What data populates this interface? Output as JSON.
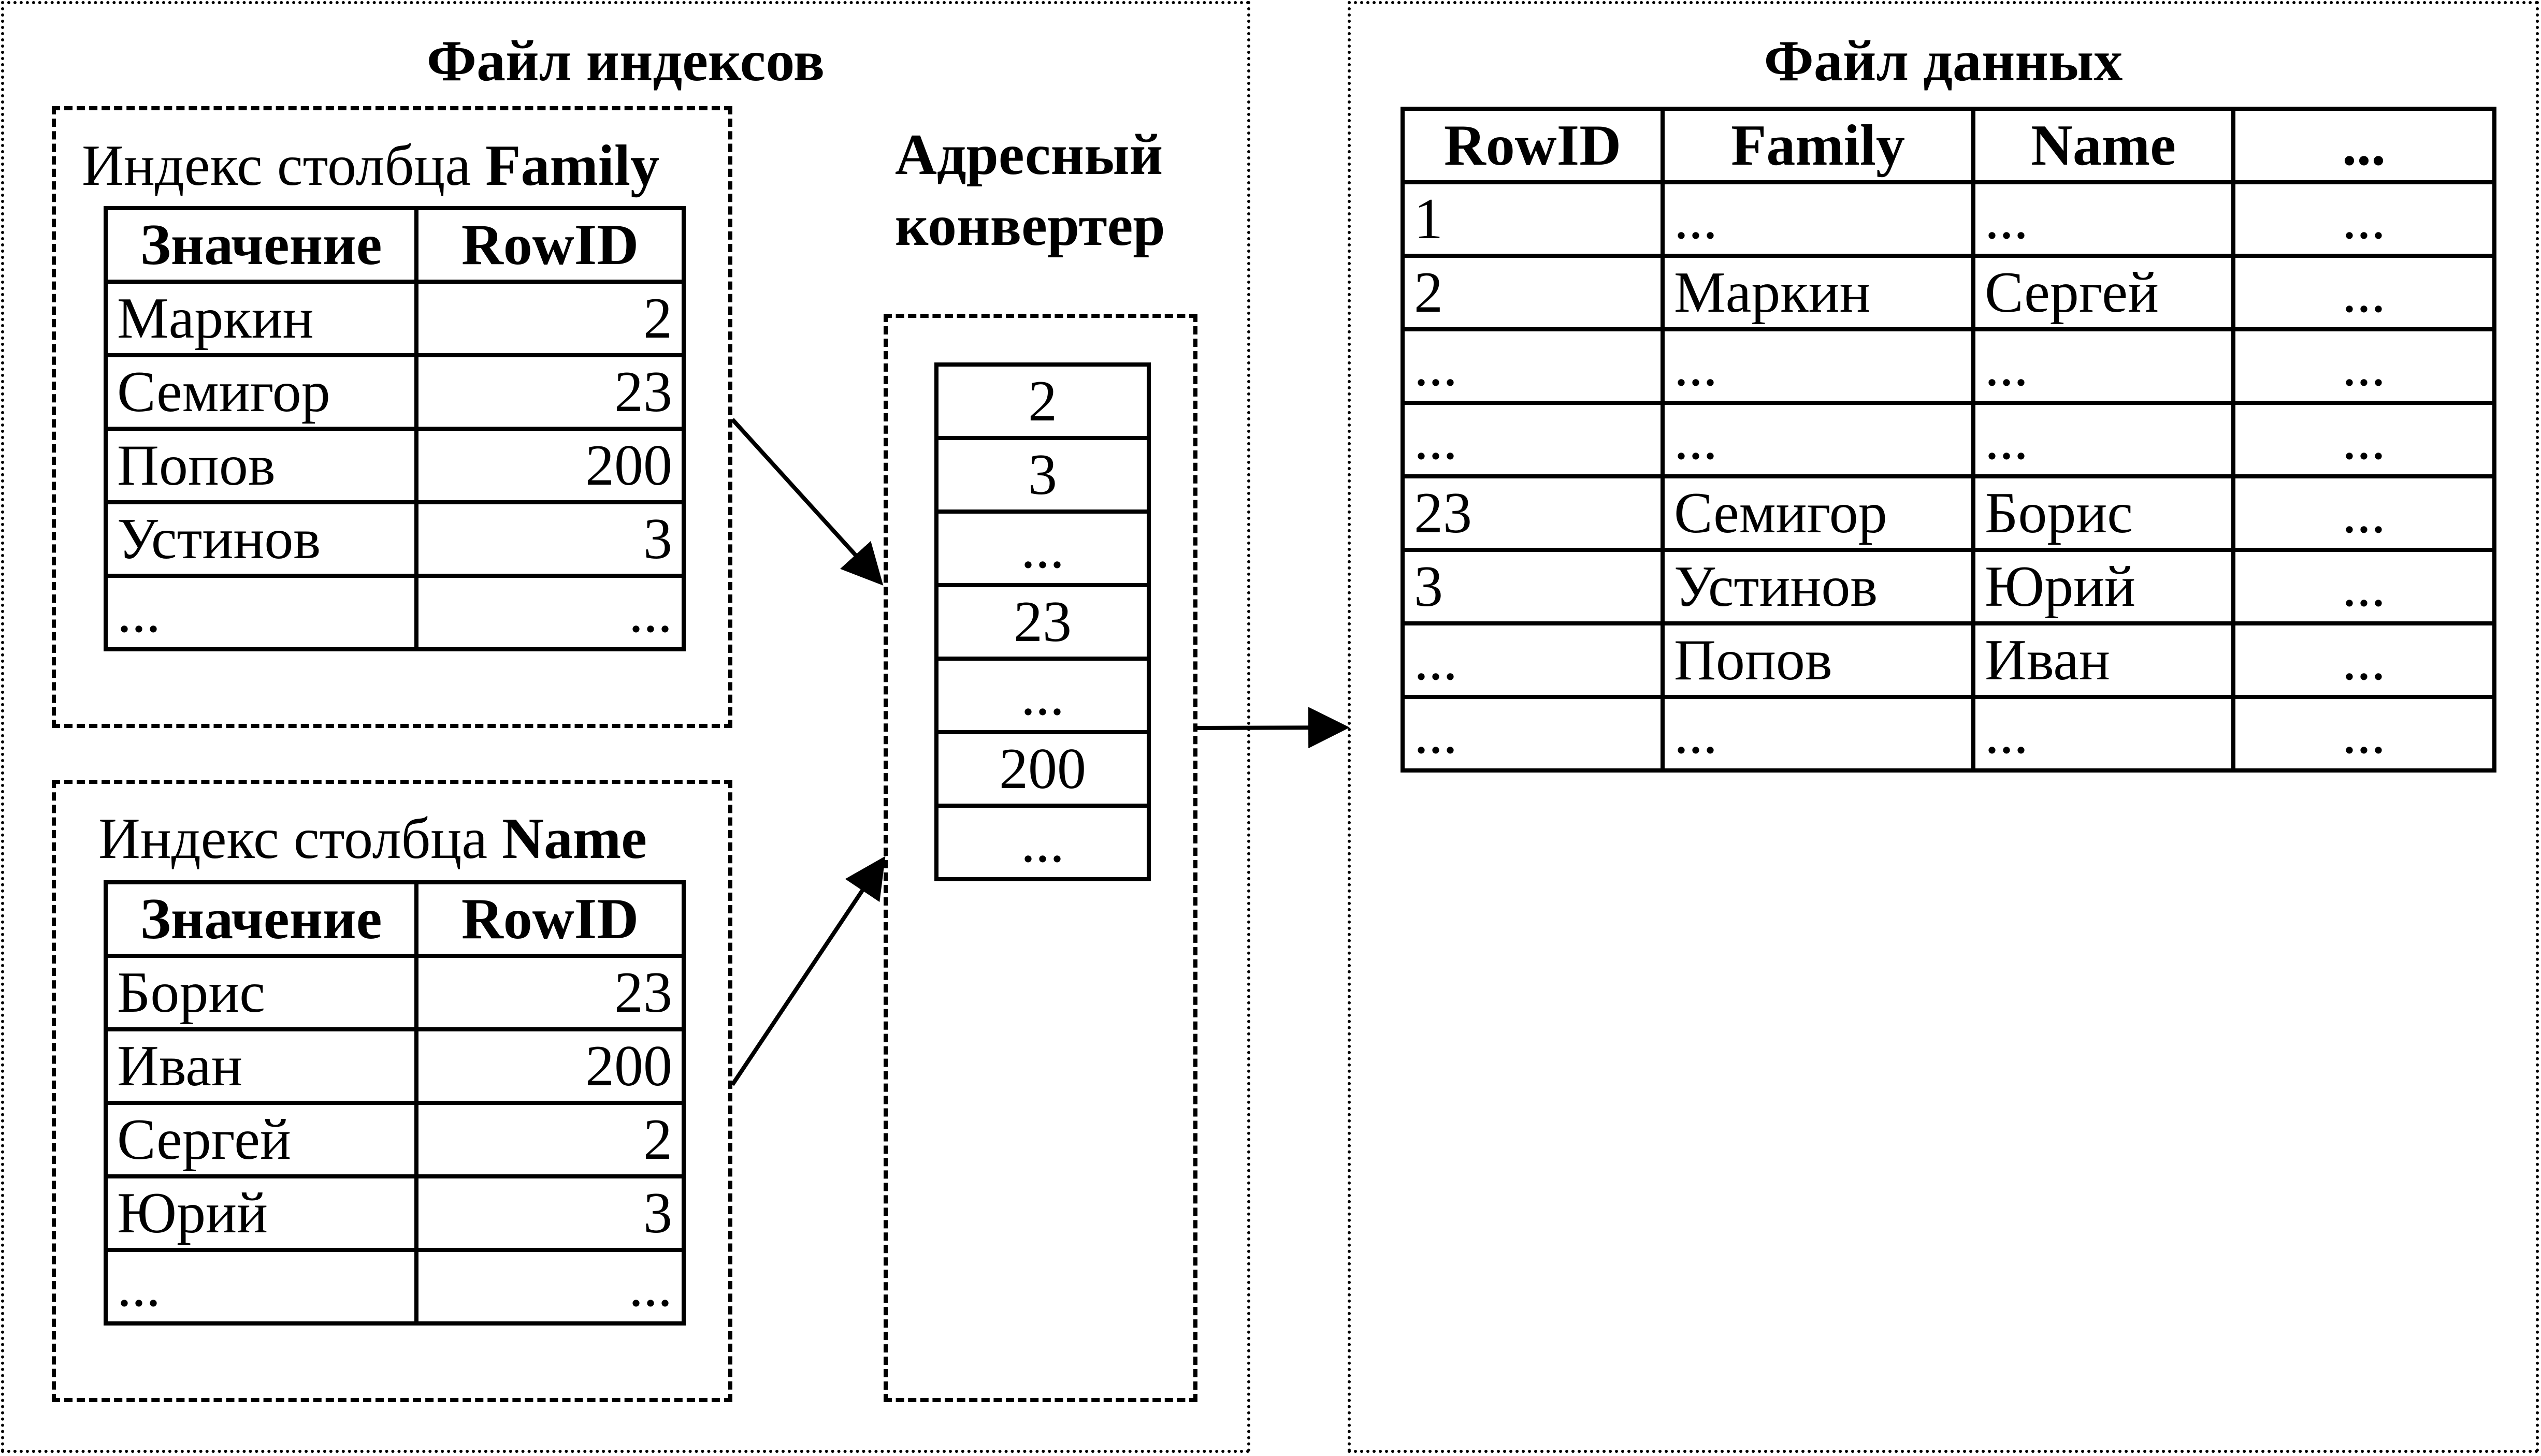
{
  "index_file": {
    "title": "Файл индексов",
    "family_index": {
      "caption_prefix": "Индекс столбца ",
      "caption_column": "Family",
      "headers": [
        "Значение",
        "RowID"
      ],
      "rows": [
        [
          "Маркин",
          "2"
        ],
        [
          "Семигор",
          "23"
        ],
        [
          "Попов",
          "200"
        ],
        [
          "Устинов",
          "3"
        ],
        [
          "...",
          "..."
        ]
      ]
    },
    "name_index": {
      "caption_prefix": "Индекс столбца ",
      "caption_column": "Name",
      "headers": [
        "Значение",
        "RowID"
      ],
      "rows": [
        [
          "Борис",
          "23"
        ],
        [
          "Иван",
          "200"
        ],
        [
          "Сергей",
          "2"
        ],
        [
          "Юрий",
          "3"
        ],
        [
          "...",
          "..."
        ]
      ]
    },
    "address_converter": {
      "title_line1": "Адресный",
      "title_line2": "конвертер",
      "cells": [
        "2",
        "3",
        "...",
        "23",
        "...",
        "200",
        "..."
      ]
    }
  },
  "data_file": {
    "title": "Файл данных",
    "headers": [
      "RowID",
      "Family",
      "Name",
      "..."
    ],
    "rows": [
      [
        "1",
        "...",
        "...",
        "..."
      ],
      [
        "2",
        "Маркин",
        "Сергей",
        "..."
      ],
      [
        "...",
        "...",
        "...",
        "..."
      ],
      [
        "...",
        "...",
        "...",
        "..."
      ],
      [
        "23",
        "Семигор",
        "Борис",
        "..."
      ],
      [
        "3",
        "Устинов",
        "Юрий",
        "..."
      ],
      [
        "...",
        "Попов",
        "Иван",
        "..."
      ],
      [
        "...",
        "...",
        "...",
        "..."
      ]
    ]
  }
}
